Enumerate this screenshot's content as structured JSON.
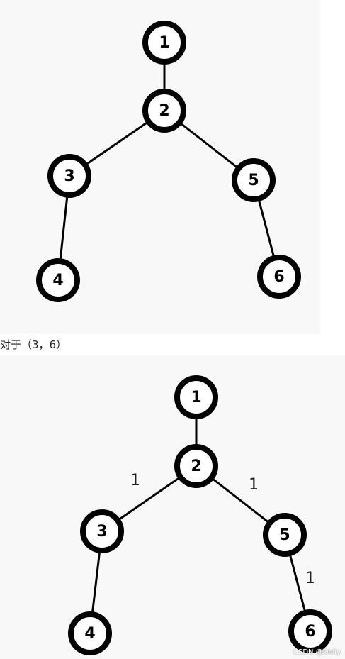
{
  "caption": "对于（3，6）",
  "watermark": "CSDN @Dolly",
  "colors": {
    "background": "#f8f8f8",
    "stroke": "#000000",
    "node_fill": "#ffffff"
  },
  "trees": [
    {
      "nodes": [
        {
          "id": "1",
          "label": "1"
        },
        {
          "id": "2",
          "label": "2"
        },
        {
          "id": "3",
          "label": "3"
        },
        {
          "id": "4",
          "label": "4"
        },
        {
          "id": "5",
          "label": "5"
        },
        {
          "id": "6",
          "label": "6"
        }
      ],
      "edges": [
        {
          "from": "1",
          "to": "2",
          "label": ""
        },
        {
          "from": "2",
          "to": "3",
          "label": ""
        },
        {
          "from": "2",
          "to": "5",
          "label": ""
        },
        {
          "from": "3",
          "to": "4",
          "label": ""
        },
        {
          "from": "5",
          "to": "6",
          "label": ""
        }
      ]
    },
    {
      "nodes": [
        {
          "id": "1",
          "label": "1"
        },
        {
          "id": "2",
          "label": "2"
        },
        {
          "id": "3",
          "label": "3"
        },
        {
          "id": "4",
          "label": "4"
        },
        {
          "id": "5",
          "label": "5"
        },
        {
          "id": "6",
          "label": "6"
        }
      ],
      "edges": [
        {
          "from": "1",
          "to": "2",
          "label": ""
        },
        {
          "from": "2",
          "to": "3",
          "label": "1"
        },
        {
          "from": "2",
          "to": "5",
          "label": "1"
        },
        {
          "from": "3",
          "to": "4",
          "label": ""
        },
        {
          "from": "5",
          "to": "6",
          "label": "1"
        }
      ]
    }
  ]
}
